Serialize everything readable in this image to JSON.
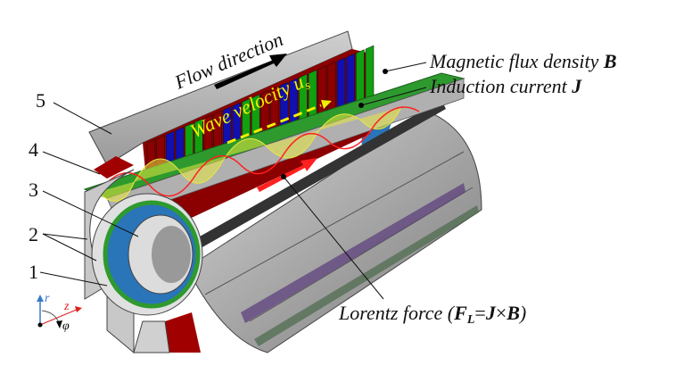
{
  "labels": {
    "flow_direction": "Flow direction",
    "wave_velocity": "Wave velocity u",
    "wave_velocity_sub": "s",
    "magnetic_flux": "Magnetic flux density ",
    "magnetic_flux_symbol": "B",
    "induction_current": "Induction current ",
    "induction_current_symbol": "J",
    "lorentz_prefix": "Lorentz force (",
    "lorentz_F": "F",
    "lorentz_sub": "L",
    "lorentz_eq": "=",
    "lorentz_J": "J",
    "lorentz_times": "×",
    "lorentz_B": "B",
    "lorentz_suffix": ")"
  },
  "part_numbers": [
    "5",
    "4",
    "3",
    "2",
    "1"
  ],
  "axes": {
    "r": "r",
    "z": "z",
    "phi": "φ"
  },
  "colors": {
    "steel": "#a9a9a9",
    "coil_red": "#8b0000",
    "coil_blue": "#1010b0",
    "coil_green": "#10a010",
    "duct_blue": "#2a74b8",
    "wall_green": "#2e9a2e",
    "wave_yellow": "#e8e840",
    "current_red": "#ff2020"
  }
}
